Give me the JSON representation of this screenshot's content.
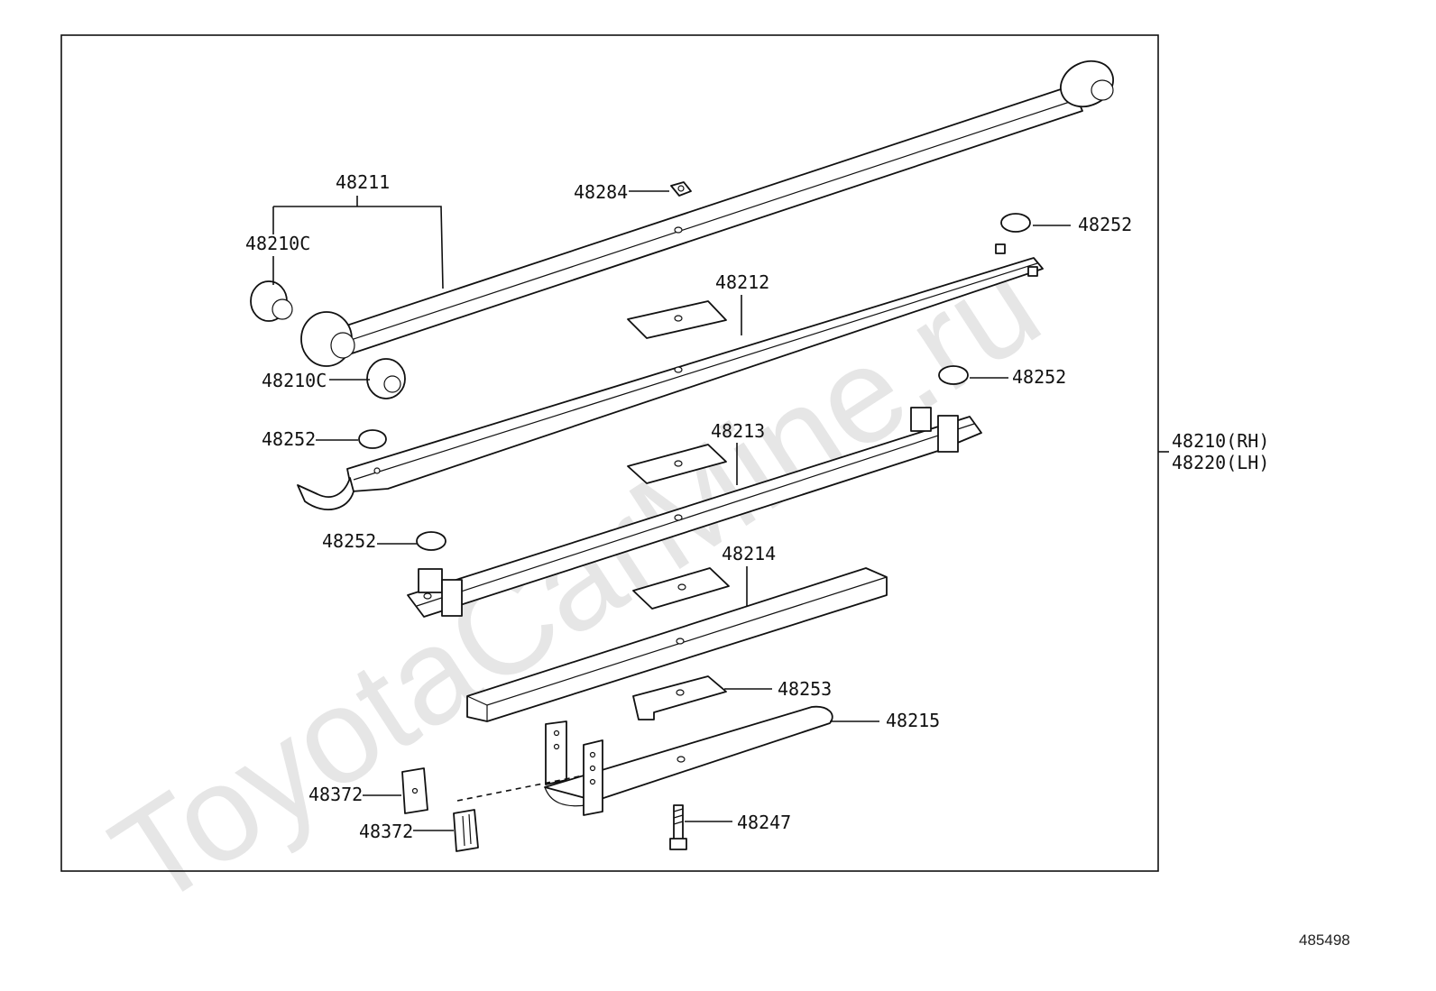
{
  "watermark": "ToyotaCarMine.ru",
  "document_number": "485498",
  "assembly": {
    "rh": "48210(RH)",
    "lh": "48220(LH)"
  },
  "parts": {
    "main_leaf": "48211",
    "bushing_upper": "48210C",
    "bushing_lower": "48210C",
    "nut": "48284",
    "leaf_2": "48212",
    "leaf_3": "48213",
    "leaf_4": "48214",
    "leaf_5": "48215",
    "insert_1": "48252",
    "insert_2": "48252",
    "insert_3": "48252",
    "insert_4": "48252",
    "spacer": "48253",
    "clip_1": "48372",
    "clip_2": "48372",
    "bolt": "48247"
  }
}
